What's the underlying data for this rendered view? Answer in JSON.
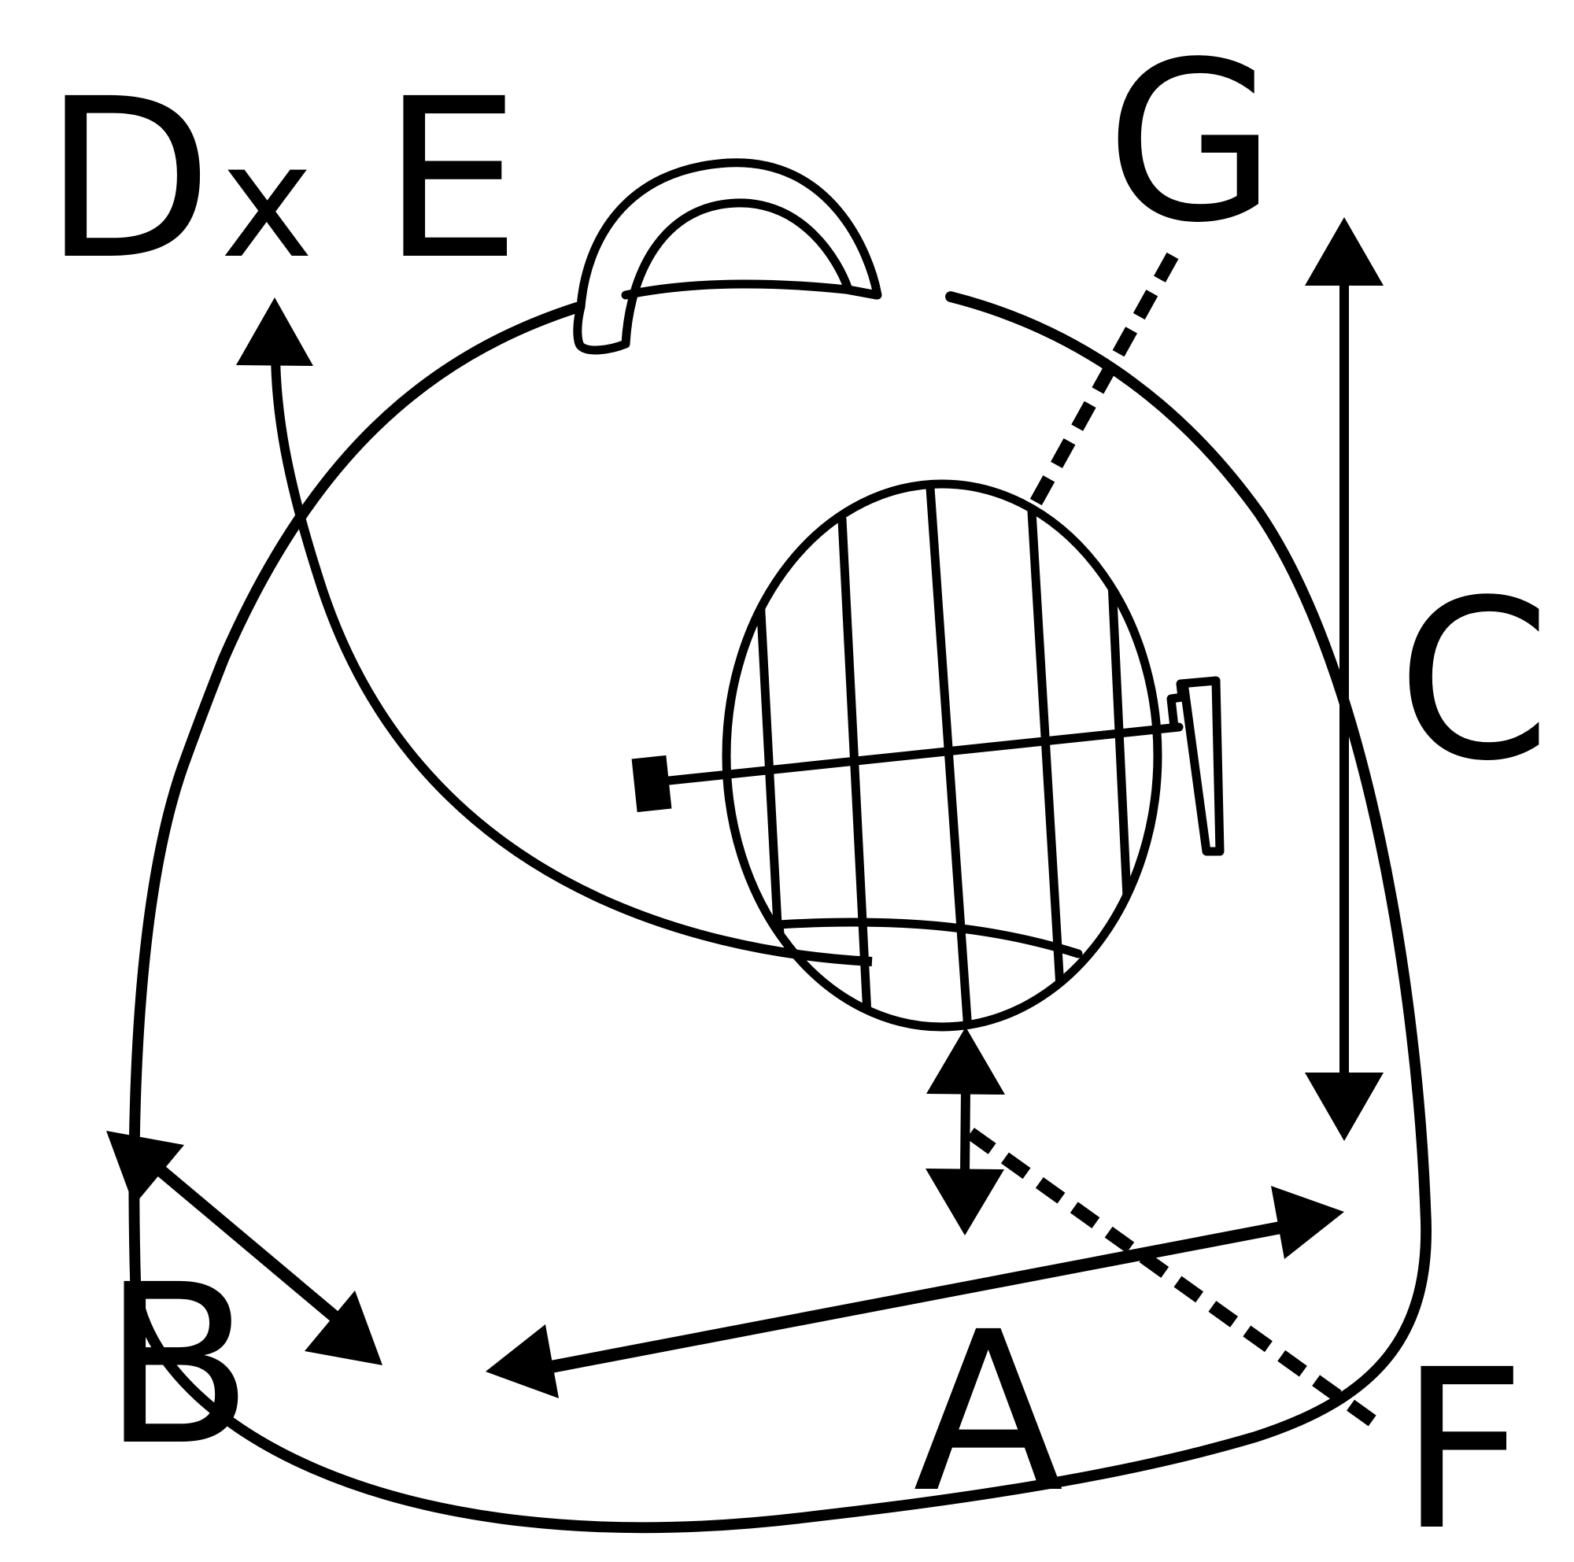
{
  "labels": {
    "d": "D",
    "x": "x",
    "e": "E",
    "g": "G",
    "c": "C",
    "b": "B",
    "a": "A",
    "f": "F"
  },
  "colors": {
    "stroke": "#000000",
    "background": "#ffffff"
  }
}
